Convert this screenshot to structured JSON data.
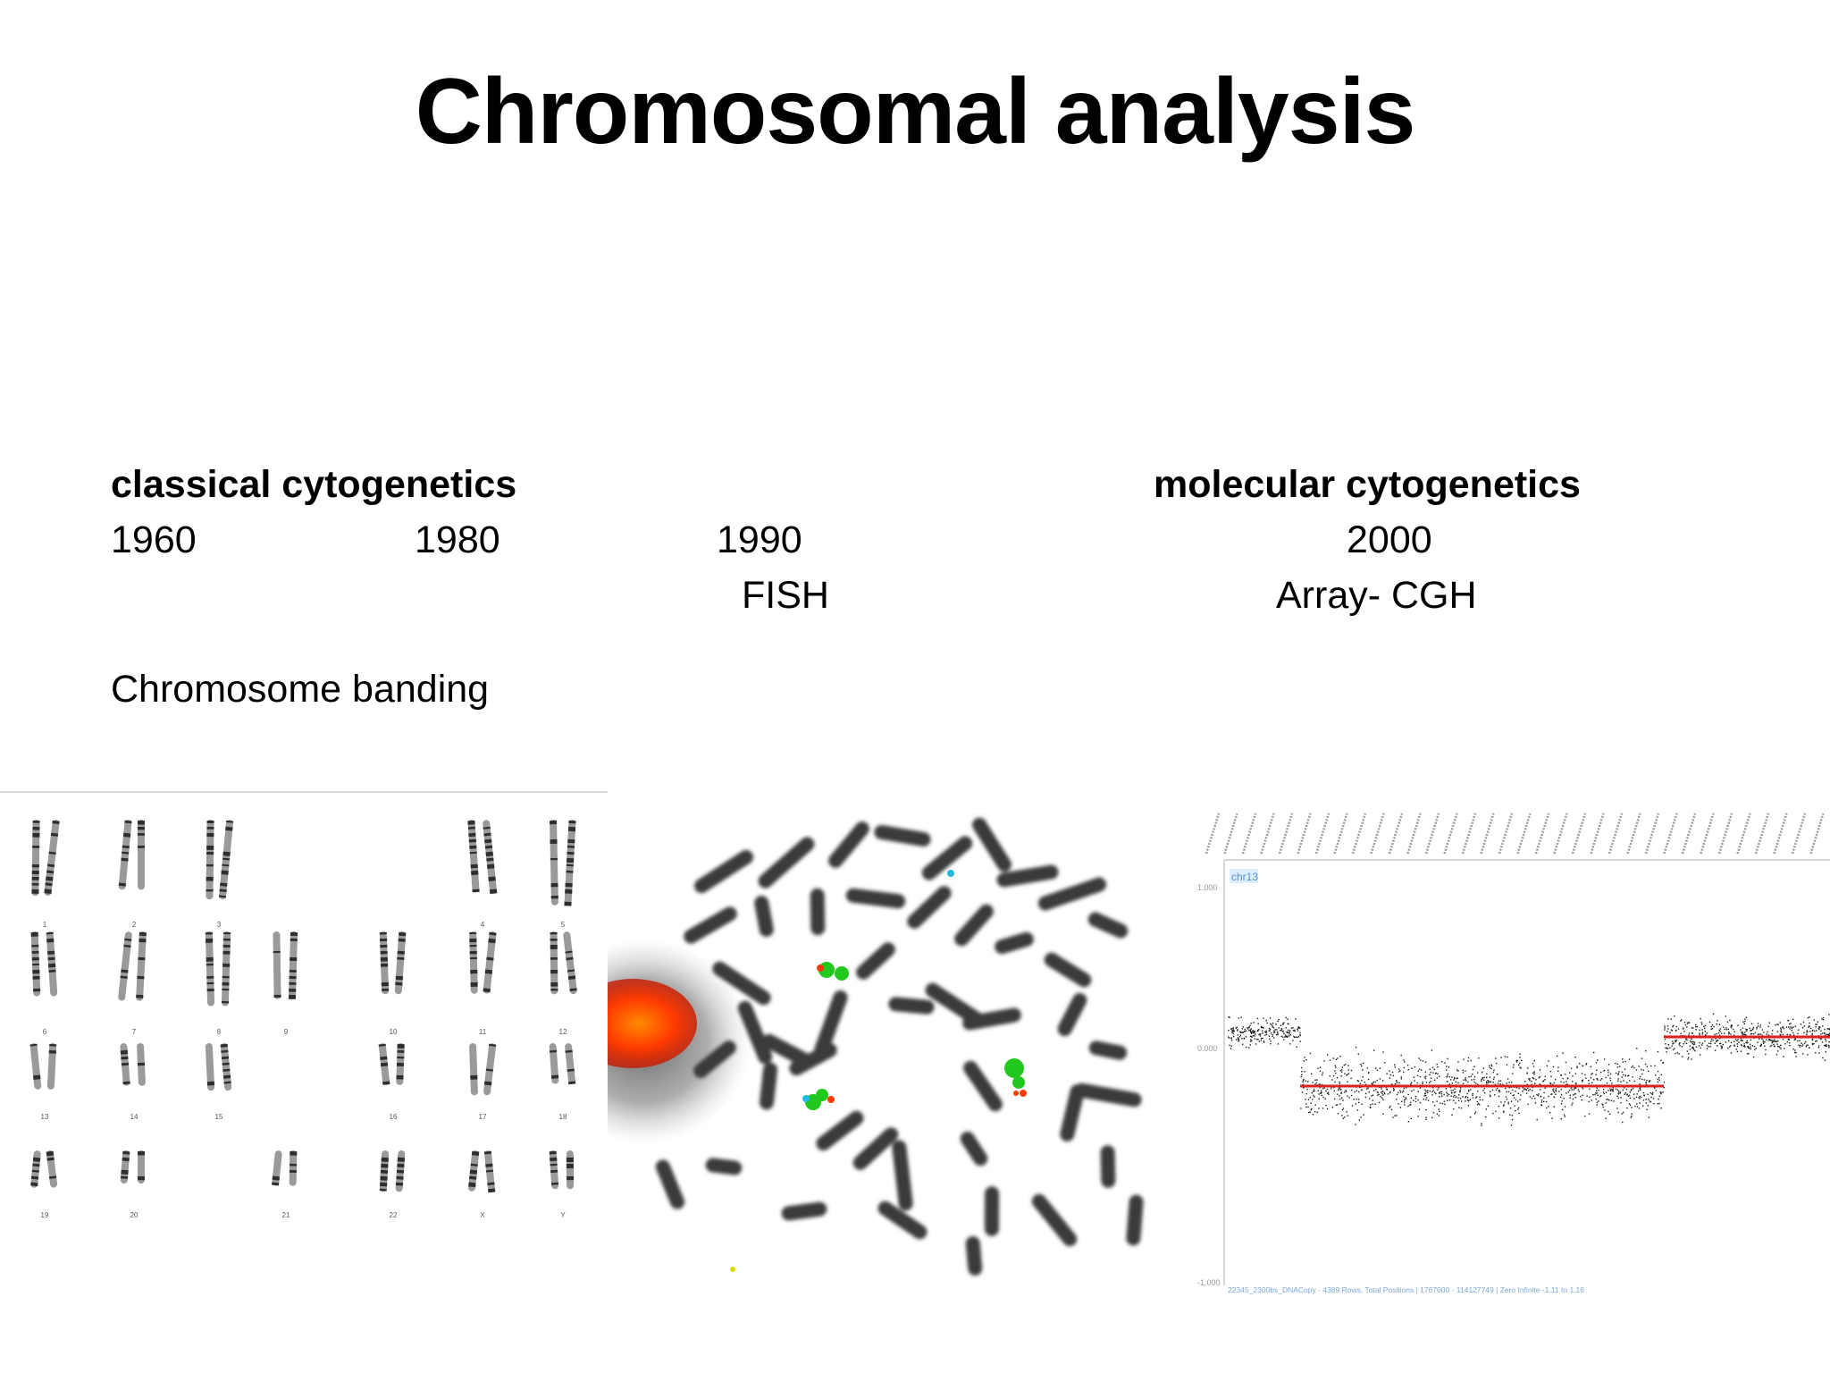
{
  "slide": {
    "title": "Chromosomal analysis",
    "classical_heading": "classical cytogenetics",
    "molecular_heading": "molecular cytogenetics",
    "years": [
      "1960",
      "1980",
      "1990",
      "2000"
    ],
    "methods": {
      "fish": "FISH",
      "array_cgh": "Array- CGH"
    },
    "banding_label": "Chromosome banding"
  },
  "karyotype": {
    "rows": [
      [
        "1",
        "2",
        "3",
        "",
        "",
        "4",
        "5"
      ],
      [
        "6",
        "7",
        "8",
        "9",
        "10",
        "11",
        "12"
      ],
      [
        "13",
        "14",
        "15",
        "",
        "16",
        "17",
        "18"
      ],
      [
        "19",
        "20",
        "",
        "21",
        "22",
        "X",
        "Y"
      ]
    ]
  },
  "fish_image": {
    "colors": {
      "signal_red": "#ff3b00",
      "signal_green": "#22c81e",
      "signal_blue": "#21b8e6",
      "chromosome": "#3a3a3a"
    }
  },
  "array_cgh": {
    "chromosome_label": "chr13",
    "y_ticks": [
      "1.000",
      "0.000",
      "-1.000"
    ],
    "footer": "22345_2300bs_DNACopy - 4389 Rows, Total Positions | 1767000 - 114127749 | Zero Infinite -1.11 to 1.16",
    "segment_color": "#e0201e"
  }
}
